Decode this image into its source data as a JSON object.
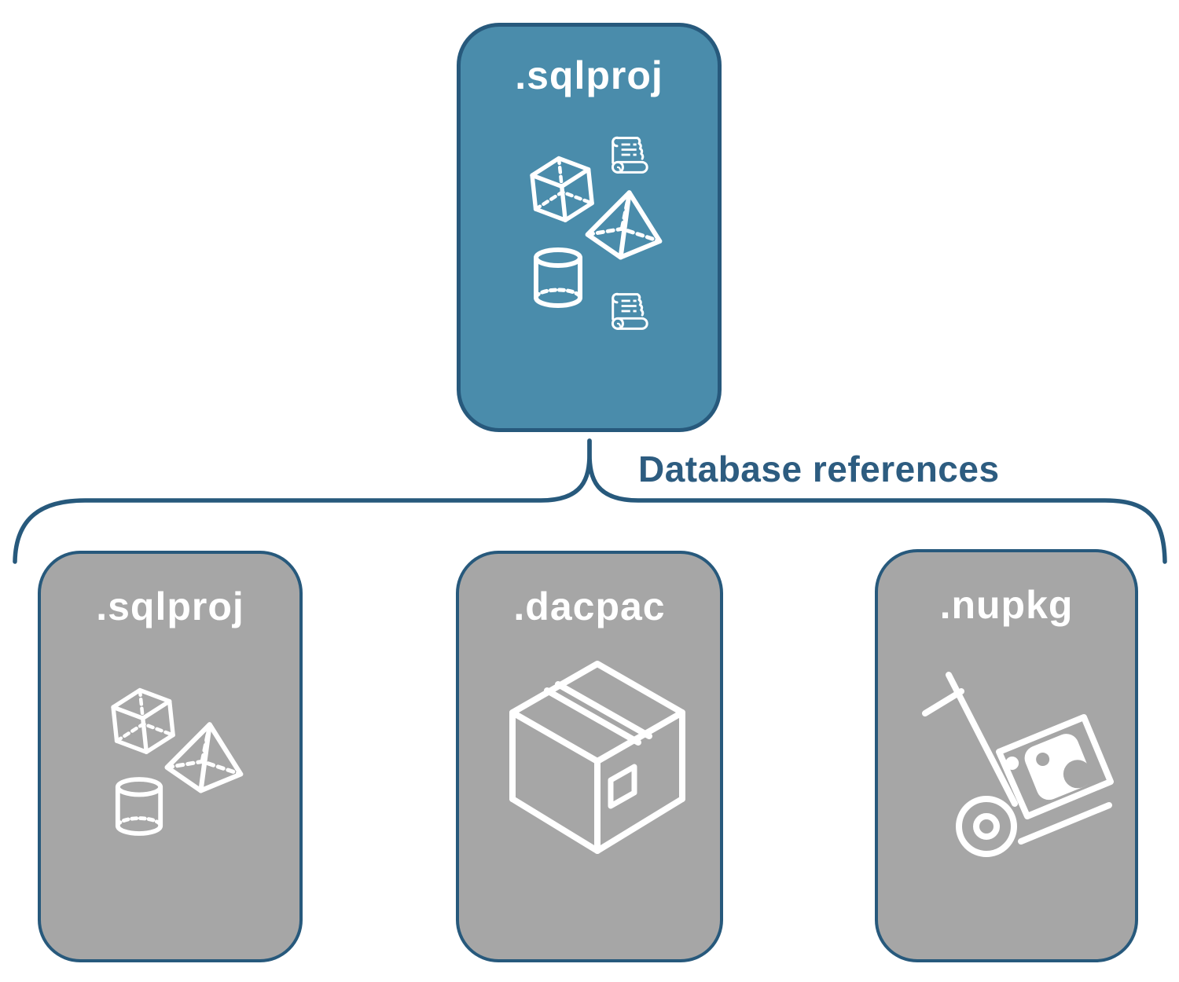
{
  "diagram": {
    "root": {
      "label": ".sqlproj",
      "icons": [
        "script-icon",
        "cube-icon",
        "pyramid-icon",
        "cylinder-icon",
        "script-icon"
      ]
    },
    "connector_label": "Database references",
    "children": [
      {
        "label": ".sqlproj",
        "icons": [
          "cube-icon",
          "pyramid-icon",
          "cylinder-icon"
        ]
      },
      {
        "label": ".dacpac",
        "icons": [
          "package-box-icon"
        ]
      },
      {
        "label": ".nupkg",
        "icons": [
          "hand-truck-icon"
        ]
      }
    ]
  },
  "colors": {
    "blue": "#4a8cab",
    "line": "#27597c",
    "gray": "#a6a6a6",
    "label_blue": "#2d5c80",
    "white": "#ffffff"
  }
}
